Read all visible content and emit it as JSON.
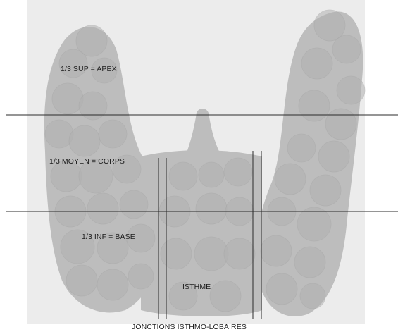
{
  "diagram": {
    "labels": {
      "upper_third": "1/3 SUP = APEX",
      "middle_third": "1/3 MOYEN = CORPS",
      "lower_third": "1/3 INF = BASE",
      "isthmus": "ISTHME",
      "junctions": "JONCTIONS ISTHMO-LOBAIRES"
    },
    "colors": {
      "background_panel": "#ececec",
      "gland_fill": "#bdbdbd",
      "lobule_fill": "#b2b2b2",
      "lobule_stroke": "#a6a6a6",
      "line": "#2b2b2b"
    }
  }
}
